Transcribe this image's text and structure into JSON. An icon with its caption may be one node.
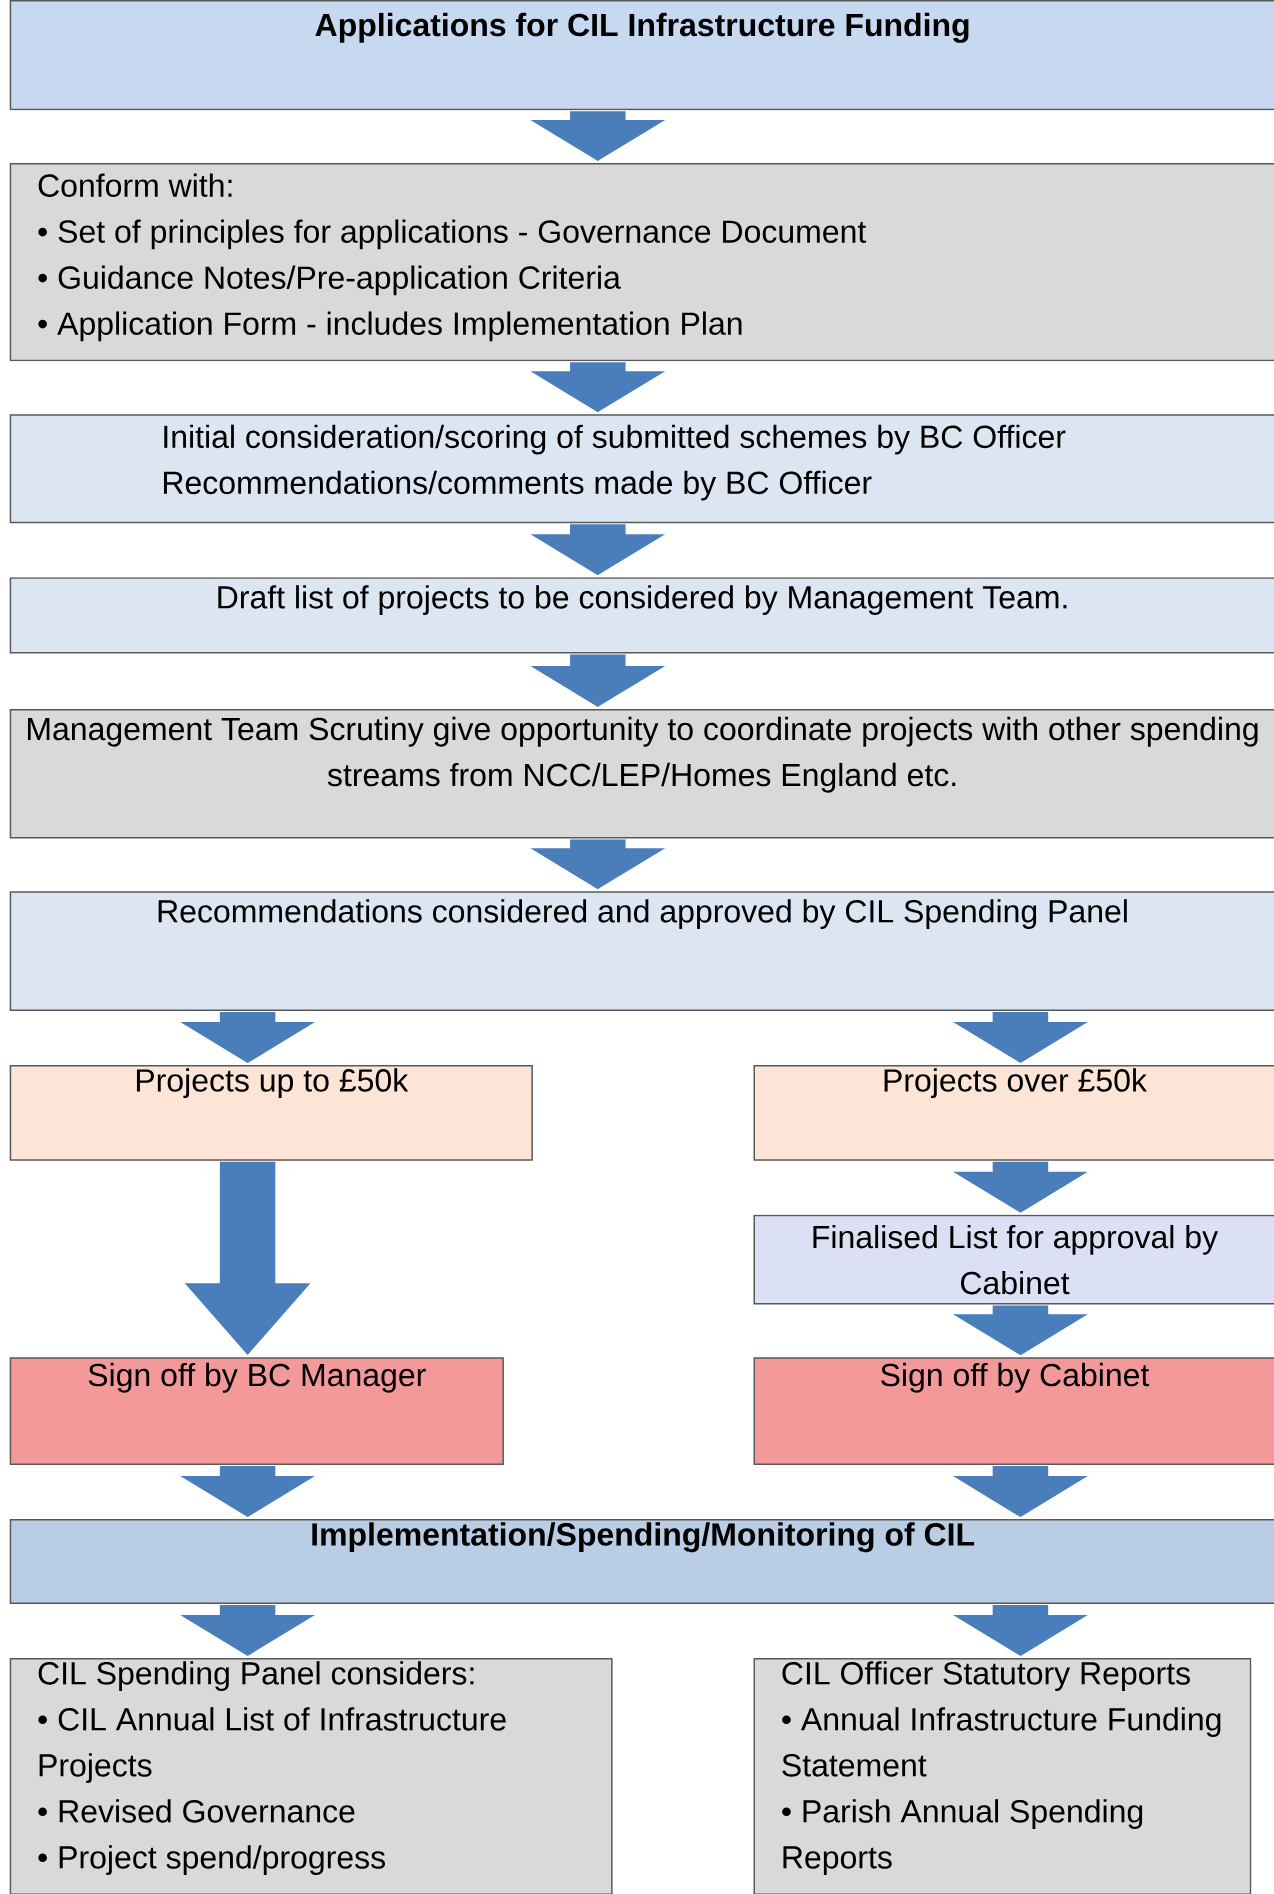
{
  "diagram": {
    "nodes": [
      {
        "text": [
          "Applications for CIL Infrastructure Funding"
        ]
      },
      {
        "text": [
          "Conform with:",
          "• Set of principles for applications - Governance Document",
          "• Guidance Notes/Pre-application Criteria",
          "• Application Form - includes Implementation Plan"
        ]
      },
      {
        "text": [
          "Initial consideration/scoring of submitted schemes by BC Officer",
          "Recommendations/comments made by BC Officer"
        ]
      },
      {
        "text": [
          "Draft list of projects to be considered by Management Team."
        ]
      },
      {
        "text": [
          "Management Team Scrutiny give opportunity to coordinate projects with other spending streams from NCC/LEP/Homes England etc."
        ]
      },
      {
        "text": [
          "Recommendations considered and approved by CIL Spending Panel"
        ]
      },
      {
        "text": [
          "Projects up to £50k"
        ]
      },
      {
        "text": [
          "Projects over £50k"
        ]
      },
      {
        "text": [
          "Finalised List for approval by Cabinet"
        ]
      },
      {
        "text": [
          "Sign off by BC Manager"
        ]
      },
      {
        "text": [
          "Sign off by Cabinet"
        ]
      },
      {
        "text": [
          "Implementation/Spending/Monitoring of CIL"
        ]
      },
      {
        "text": [
          "CIL Spending Panel considers:",
          "• CIL Annual List of Infrastructure Projects",
          "• Revised Governance",
          "• Project spend/progress"
        ]
      },
      {
        "text": [
          "CIL Officer Statutory Reports",
          "• Annual Infrastructure Funding Statement",
          "• Parish Annual Spending Reports"
        ]
      }
    ],
    "edges": [
      {
        "from": 0,
        "to": 1,
        "arrow": "to"
      },
      {
        "from": 1,
        "to": 2,
        "arrow": "to"
      },
      {
        "from": 2,
        "to": 3,
        "arrow": "to"
      },
      {
        "from": 3,
        "to": 4,
        "arrow": "to"
      },
      {
        "from": 4,
        "to": 5,
        "arrow": "to"
      },
      {
        "from": 5,
        "to": 6,
        "arrow": "to"
      },
      {
        "from": 5,
        "to": 7,
        "arrow": "to"
      },
      {
        "from": 6,
        "to": 9,
        "arrow": "to"
      },
      {
        "from": 7,
        "to": 8,
        "arrow": "to"
      },
      {
        "from": 8,
        "to": 10,
        "arrow": "to"
      },
      {
        "from": 9,
        "to": 11,
        "arrow": "to"
      },
      {
        "from": 10,
        "to": 11,
        "arrow": "to"
      },
      {
        "from": 11,
        "to": 12,
        "arrow": "to"
      },
      {
        "from": 11,
        "to": 13,
        "arrow": "to"
      }
    ]
  }
}
